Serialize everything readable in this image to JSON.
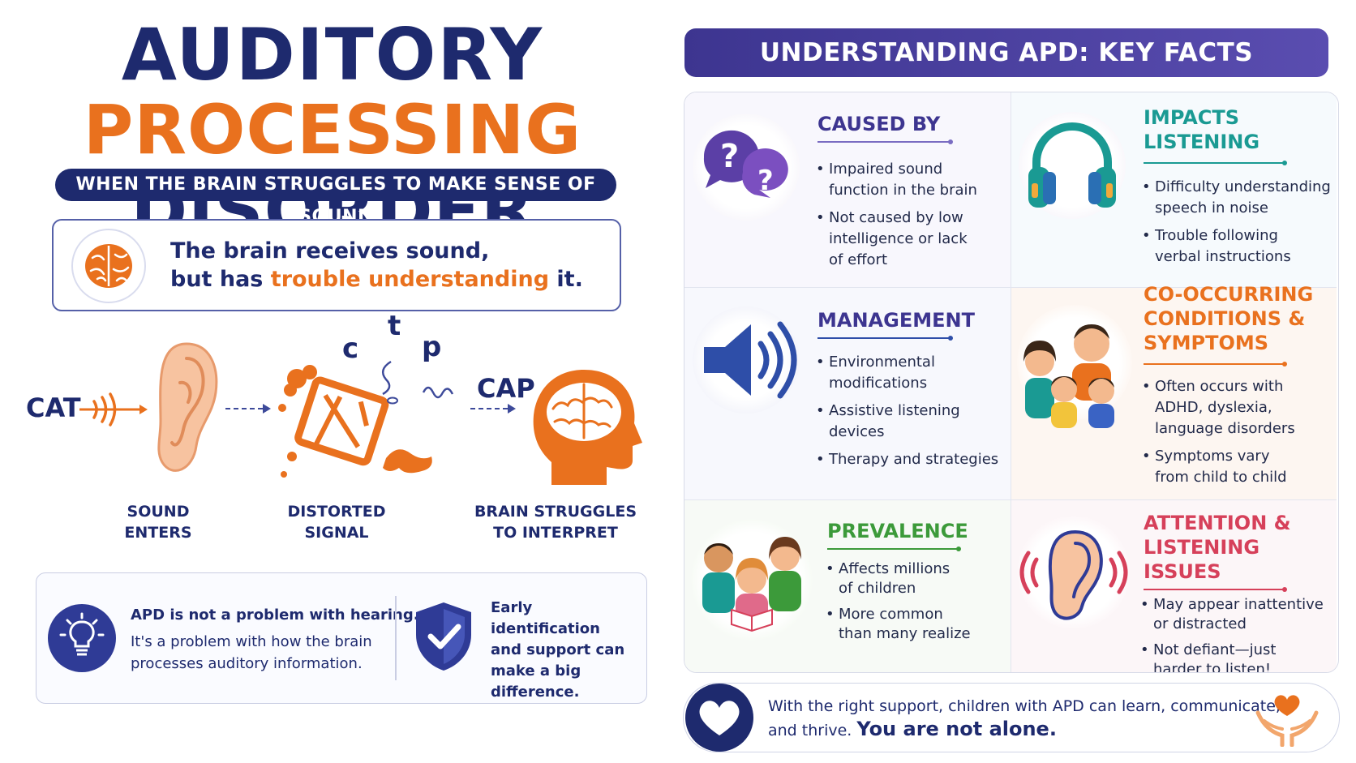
{
  "title": {
    "line1": "AUDITORY",
    "line2_accent": "PROCESSING",
    "line2_rest": "DISORDER"
  },
  "subtitle": "WHEN THE BRAIN STRUGGLES TO MAKE SENSE OF SOUND",
  "brain_box": {
    "line1": "The brain receives sound,",
    "line2_pre": "but has ",
    "line2_accent": "trouble understanding",
    "line2_post": " it."
  },
  "flow": {
    "input_word": "CAT",
    "output_word": "CAP",
    "letters": [
      "c",
      "t",
      "p"
    ],
    "steps": [
      {
        "line1": "SOUND",
        "line2": "ENTERS"
      },
      {
        "line1": "DISTORTED",
        "line2": "SIGNAL"
      },
      {
        "line1": "BRAIN STRUGGLES",
        "line2": "TO INTERPRET"
      }
    ]
  },
  "info": {
    "left_bold": "APD is not a problem with hearing.",
    "left_line1": "It's a problem with how the brain",
    "left_line2": "processes auditory information.",
    "right_lines": [
      "Early identification",
      "and support can",
      "make a big",
      "difference."
    ]
  },
  "key_facts": {
    "header": "UNDERSTANDING APD: KEY FACTS",
    "cells": [
      {
        "title_lines": [
          "CAUSED BY"
        ],
        "color": "#3d3590",
        "items": [
          [
            "Impaired sound",
            "function in the brain"
          ],
          [
            "Not caused by low",
            "intelligence or lack",
            "of effort"
          ]
        ]
      },
      {
        "title_lines": [
          "IMPACTS",
          "LISTENING"
        ],
        "color": "#1a9a93",
        "items": [
          [
            "Difficulty understanding",
            "speech in noise"
          ],
          [
            "Trouble following",
            "verbal instructions"
          ]
        ]
      },
      {
        "title_lines": [
          "MANAGEMENT"
        ],
        "color": "#3d3590",
        "items": [
          [
            "Environmental",
            "modifications"
          ],
          [
            "Assistive listening",
            "devices"
          ],
          [
            "Therapy and strategies"
          ]
        ]
      },
      {
        "title_lines": [
          "CO-OCCURRING",
          "CONDITIONS &",
          "SYMPTOMS"
        ],
        "color": "#e9711e",
        "items": [
          [
            "Often occurs with",
            "ADHD, dyslexia,",
            "language disorders"
          ],
          [
            "Symptoms vary",
            "from child to child"
          ]
        ]
      },
      {
        "title_lines": [
          "PREVALENCE"
        ],
        "color": "#3c9a3a",
        "items": [
          [
            "Affects millions",
            "of children"
          ],
          [
            "More common",
            "than many realize"
          ]
        ]
      },
      {
        "title_lines": [
          "ATTENTION &",
          "LISTENING",
          "ISSUES"
        ],
        "color": "#d6405a",
        "items": [
          [
            "May appear inattentive",
            "or distracted"
          ],
          [
            "Not defiant—just",
            "harder to listen!"
          ]
        ]
      }
    ]
  },
  "footer": {
    "line1": "With the right support, children with APD can learn, communicate,",
    "line2_pre": "and thrive.",
    "line2_big": "You are not alone."
  },
  "colors": {
    "navy": "#1e2a6e",
    "orange": "#e9711e",
    "purple": "#3d3590",
    "teal": "#1a9a93",
    "green": "#3c9a3a",
    "red": "#d6405a"
  },
  "icons": [
    "brain-icon",
    "ear-icon",
    "sound-wave-icon",
    "broken-signal-icon",
    "head-brain-icon",
    "lightbulb-icon",
    "shield-check-icon",
    "question-bubbles-icon",
    "headphones-icon",
    "speaker-icon",
    "family-icon",
    "reading-kids-icon",
    "ear-sound-icon",
    "heart-icon",
    "hands-heart-icon"
  ]
}
